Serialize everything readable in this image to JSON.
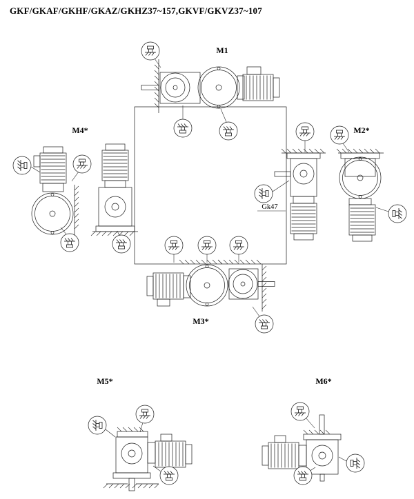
{
  "page": {
    "title": "GKF/GKAF/GKHF/GKAZ/GKHZ37~157,GKVF/GKVZ37~107"
  },
  "positions": {
    "m1": "M1",
    "m2": "M2*",
    "m3": "M3*",
    "m4": "M4*",
    "m5": "M5*",
    "m6": "M6*"
  },
  "annotations": {
    "gk47": "Gk47"
  },
  "icons": {
    "callout": "oil-plug-callout",
    "callout_symbol": "oil-plug-symbol"
  },
  "colors": {
    "ink": "#1a1a1a",
    "background": "#ffffff"
  }
}
